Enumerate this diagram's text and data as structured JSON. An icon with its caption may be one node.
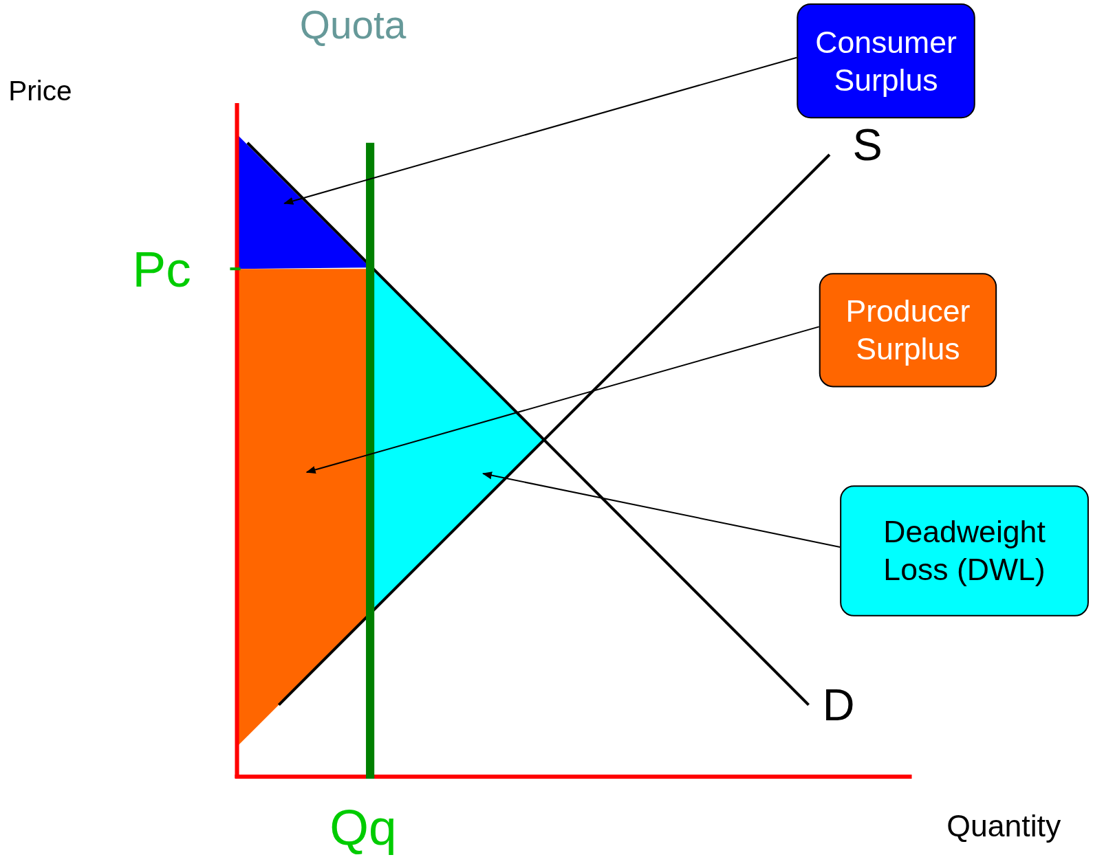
{
  "diagram": {
    "nodes": [
      {
        "text": [
          "Consumer Surplus"
        ]
      },
      {
        "text": [],
        "shape": "triangle"
      },
      {
        "text": [
          "Producer Surplus"
        ]
      },
      {
        "text": [],
        "shape": "area"
      },
      {
        "text": [
          "Deadweight Loss (DWL)"
        ]
      },
      {
        "text": [],
        "shape": "triangle"
      }
    ],
    "edges": [
      {
        "from": 0,
        "to": 1,
        "arrow": "to"
      },
      {
        "from": 2,
        "to": 3,
        "arrow": "to"
      },
      {
        "from": 4,
        "to": 5,
        "arrow": "to"
      }
    ],
    "labels": [
      "Quota",
      "Price",
      "S",
      "Pc",
      "D",
      "Qq",
      "Quantity"
    ]
  }
}
